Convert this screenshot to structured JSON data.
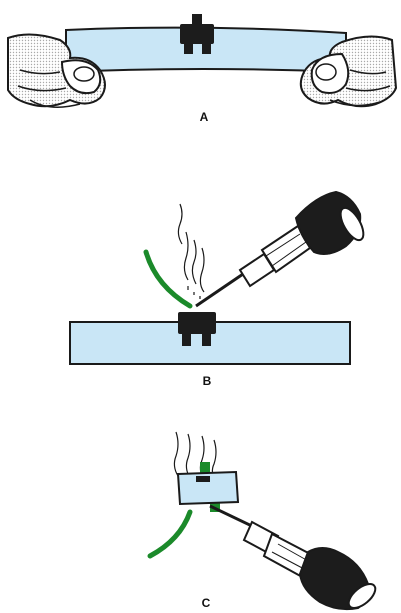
{
  "panels": [
    {
      "label": "A"
    },
    {
      "label": "B"
    },
    {
      "label": "C"
    }
  ],
  "colors": {
    "tape": "#c9e6f6",
    "outline": "#1a1a1a",
    "component": "#1c1c1c",
    "wire": "#1b8a2a",
    "skin": "#ffffff",
    "shading": "#b8b8b8"
  },
  "icons": [
    "fingers-holding-tape",
    "soldering-iron",
    "smd-component",
    "wire",
    "smoke"
  ]
}
